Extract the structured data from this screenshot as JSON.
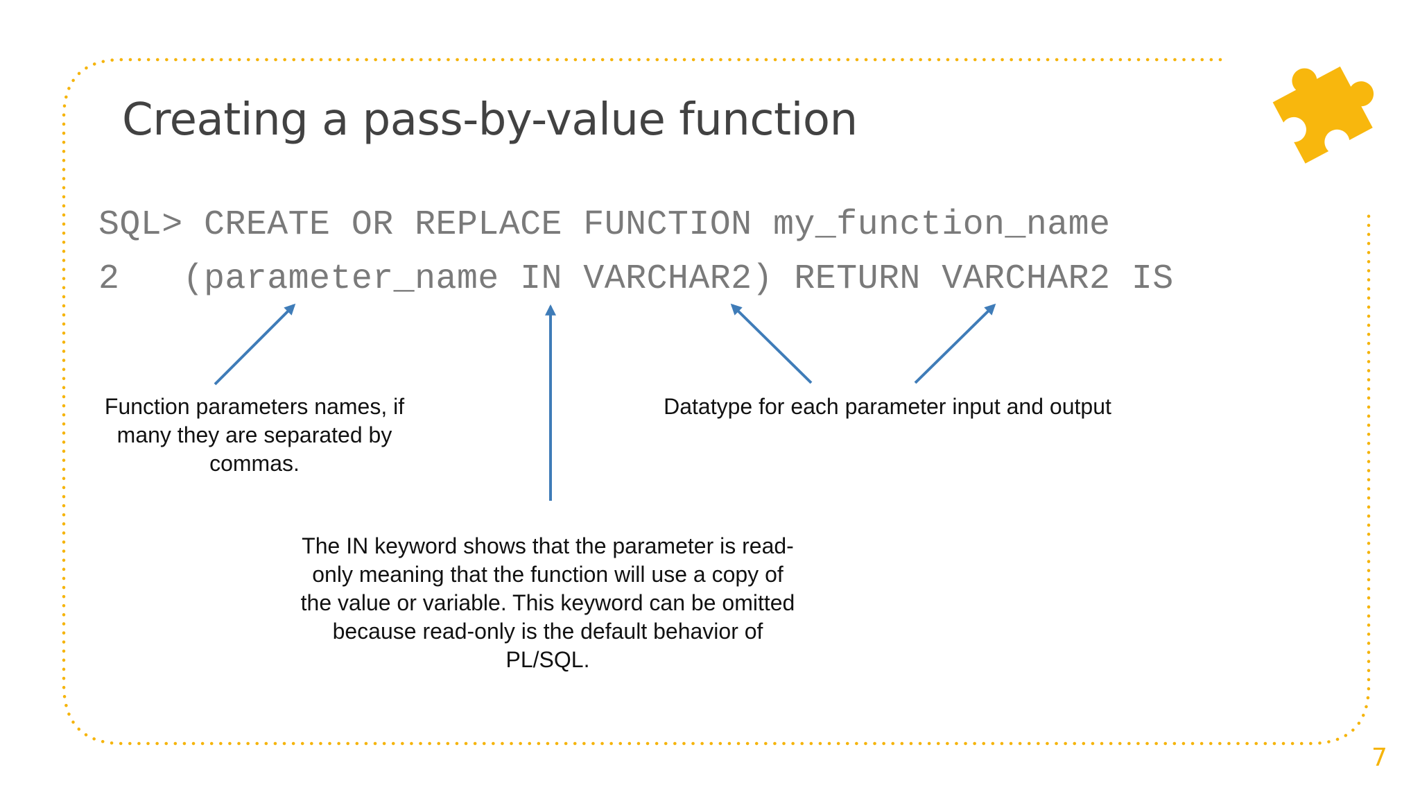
{
  "slide": {
    "title": "Creating a pass-by-value function",
    "code": {
      "line1": "SQL> CREATE OR REPLACE FUNCTION my_function_name",
      "line2": "2   (parameter_name IN VARCHAR2) RETURN VARCHAR2 IS"
    },
    "annotations": {
      "params": "Function parameters names, if many they are separated by commas.",
      "datatype": "Datatype for each parameter input and output",
      "in_keyword": "The IN keyword shows that the parameter is read-only meaning that the function will use a copy of the value or variable. This keyword can be omitted because read-only is the default behavior of PL/SQL."
    },
    "page_number": "7"
  },
  "icons": {
    "decoration": "puzzle-piece-icon"
  },
  "colors": {
    "accent": "#F5B40B",
    "arrow": "#3F7CB8",
    "code_text": "#7A7A7A",
    "title_text": "#424242"
  }
}
